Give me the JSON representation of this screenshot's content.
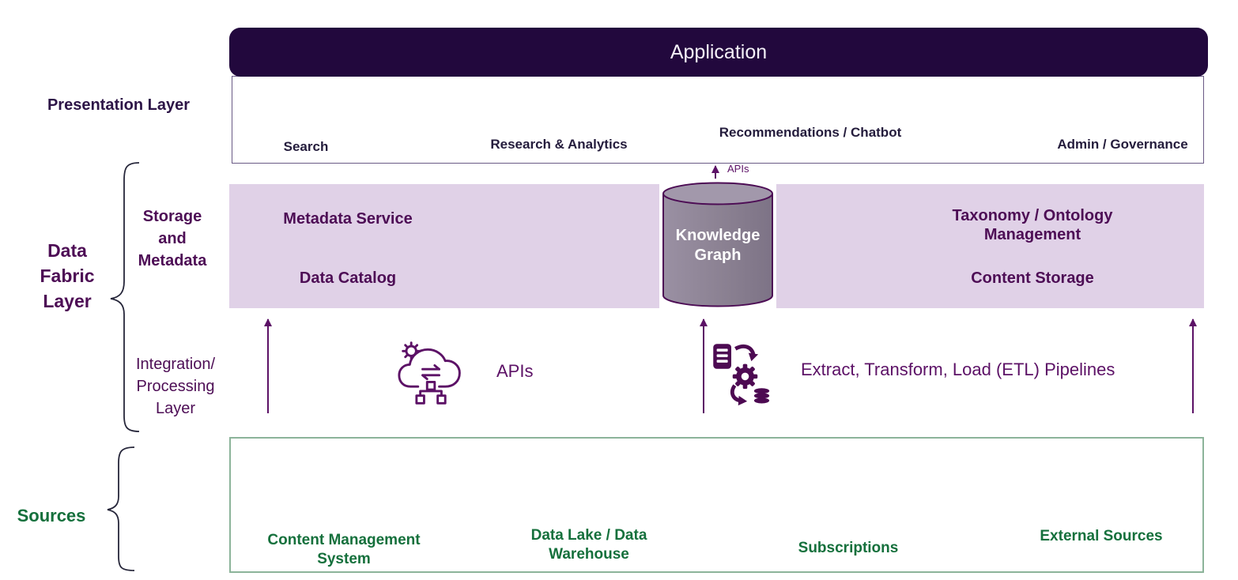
{
  "palette": {
    "dark_bar": "#22083d",
    "purple_text": "#4d0d55",
    "arrow_purple": "#5c1166",
    "band_bg": "#e0d1e7",
    "cylinder_fill": "#8d8494",
    "green_icon": "#17653a",
    "green_text": "#15703c",
    "green_border": "#8cb49a"
  },
  "presentation": {
    "layer_label": "Presentation Layer",
    "app_bar_title": "Application",
    "items": [
      {
        "icon": "search-icon",
        "lines": [
          "Search"
        ]
      },
      {
        "icon": "research-analytics-icon",
        "lines": [
          "Research & Analytics"
        ]
      },
      {
        "icon": "recommendations-chatbot-icon",
        "lines": [
          "Recommendations /",
          "Chatbot"
        ]
      },
      {
        "icon": "admin-governance-icon",
        "lines": [
          "Admin / Governance"
        ]
      }
    ]
  },
  "data_fabric": {
    "layer_label_lines": [
      "Data",
      "Fabric",
      "Layer"
    ],
    "storage": {
      "label_lines": [
        "Storage",
        "and",
        "Metadata"
      ],
      "metadata_service": "Metadata Service",
      "data_catalog": "Data Catalog",
      "taxonomy_lines": [
        "Taxonomy / Ontology",
        "Management"
      ],
      "content_storage": "Content Storage",
      "knowledge_graph_lines": [
        "Knowledge",
        "Graph"
      ],
      "apis_arrow_label": "APIs"
    },
    "integration": {
      "label_lines": [
        "Integration/",
        "Processing",
        "Layer"
      ],
      "apis_label": "APIs",
      "etl_label": "Extract, Transform, Load (ETL) Pipelines"
    }
  },
  "sources": {
    "layer_label": "Sources",
    "items": [
      {
        "icon": "documents-icon",
        "lines": [
          "Content Management",
          "System"
        ]
      },
      {
        "icon": "database-icon",
        "lines": [
          "Data Lake / Data",
          "Warehouse"
        ]
      },
      {
        "icon": "subscriptions-icon",
        "lines": [
          "Subscriptions"
        ]
      },
      {
        "icon": "newspaper-icon",
        "lines": [
          "External Sources"
        ]
      }
    ]
  }
}
